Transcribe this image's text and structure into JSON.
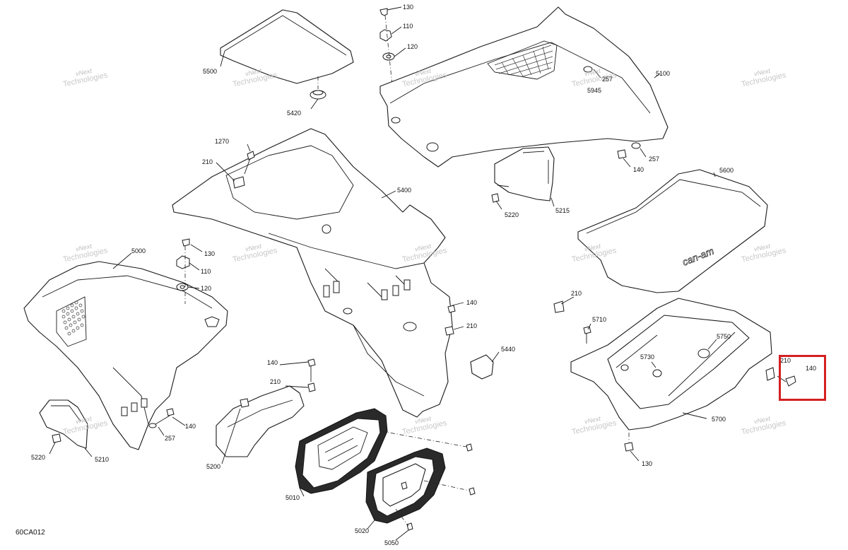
{
  "figure_code": "60CA012",
  "watermark": {
    "line1": "vNext",
    "line2": "Technologies"
  },
  "highlight_color": "#d42020",
  "labels": {
    "l130a": "130",
    "l110a": "110",
    "l120a": "120",
    "l5500": "5500",
    "l5420": "5420",
    "l5100": "5100",
    "l257a": "257",
    "l5945": "5945",
    "l140a": "140",
    "l257b": "257",
    "l1270": "1270",
    "l210a": "210",
    "l5400": "5400",
    "l5220a": "5220",
    "l5215": "5215",
    "l5600": "5600",
    "l5000": "5000",
    "l130b": "130",
    "l110b": "110",
    "l120b": "120",
    "l140b": "140",
    "l210b": "210",
    "l5440": "5440",
    "l210c": "210",
    "l5710": "5710",
    "l5750": "5750",
    "l5730": "5730",
    "l210d": "210",
    "l140c": "140",
    "l140d": "140",
    "l210e": "210",
    "l5700": "5700",
    "l130c": "130",
    "l140e": "140",
    "l257c": "257",
    "l5220b": "5220",
    "l5210": "5210",
    "l5200": "5200",
    "l5010": "5010",
    "l5020": "5020",
    "l5050": "5050"
  }
}
